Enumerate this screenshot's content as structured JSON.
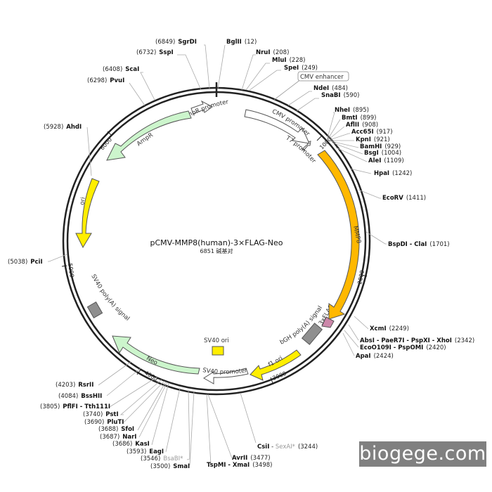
{
  "plasmid": {
    "name": "pCMV-MMP8(human)-3×FLAG-Neo",
    "size_label": "6851 碱基对",
    "total_bp": 6851,
    "backbone_color": "#222222",
    "scale_ticks": [
      "1000",
      "2000",
      "3000",
      "4000",
      "5000",
      "6000"
    ]
  },
  "features": [
    {
      "label": "CMV promoter",
      "color": "#ffffff"
    },
    {
      "label": "T7 promoter",
      "color": "#ffffff"
    },
    {
      "label": "MMP8",
      "color": "#ffb800"
    },
    {
      "label": "3xFLAG",
      "color": "#cc88aa"
    },
    {
      "label": "bGH poly(A) signal",
      "color": "#8f8f8f"
    },
    {
      "label": "f1 ori",
      "color": "#ffee00"
    },
    {
      "label": "SV40 ori",
      "color": "#ffee00"
    },
    {
      "label": "SV40 promoter",
      "color": "#ffffff"
    },
    {
      "label": "Neo",
      "color": "#ccf5cc"
    },
    {
      "label": "SV40 poly(A) signal",
      "color": "#8f8f8f"
    },
    {
      "label": "ori",
      "color": "#ffee00"
    },
    {
      "label": "AmpR",
      "color": "#ccf5cc"
    },
    {
      "label": "AmpR promoter",
      "color": "#ffffff"
    }
  ],
  "cmv_enhancer_label": "CMV enhancer",
  "sites": [
    {
      "pos": "(6849)",
      "name": "SgrDI"
    },
    {
      "pos": "(12)",
      "name": "BglII"
    },
    {
      "pos": "(6732)",
      "name": "SspI"
    },
    {
      "pos": "(208)",
      "name": "NruI"
    },
    {
      "pos": "(228)",
      "name": "MluI"
    },
    {
      "pos": "(249)",
      "name": "SpeI"
    },
    {
      "pos": "(6408)",
      "name": "ScaI"
    },
    {
      "pos": "(6298)",
      "name": "PvuI"
    },
    {
      "pos": "(484)",
      "name": "NdeI"
    },
    {
      "pos": "(590)",
      "name": "SnaBI"
    },
    {
      "pos": "(5928)",
      "name": "AhdI"
    },
    {
      "pos": "(895)",
      "name": "NheI"
    },
    {
      "pos": "(899)",
      "name": "BmtI"
    },
    {
      "pos": "(908)",
      "name": "AflII"
    },
    {
      "pos": "(917)",
      "name": "Acc65I"
    },
    {
      "pos": "(921)",
      "name": "KpnI"
    },
    {
      "pos": "(929)",
      "name": "BamHI"
    },
    {
      "pos": "(1004)",
      "name": "BsgI"
    },
    {
      "pos": "(1109)",
      "name": "AleI"
    },
    {
      "pos": "(1242)",
      "name": "HpaI"
    },
    {
      "pos": "(1411)",
      "name": "EcoRV"
    },
    {
      "pos": "(1701)",
      "name": "BspDI - ClaI"
    },
    {
      "pos": "(5038)",
      "name": "PciI"
    },
    {
      "pos": "(2249)",
      "name": "XcmI"
    },
    {
      "pos": "(2342)",
      "name": "AbsI - PaeR7I - PspXI - XhoI"
    },
    {
      "pos": "(2420)",
      "name": "EcoO109I - PspOMI"
    },
    {
      "pos": "(2424)",
      "name": "ApaI"
    },
    {
      "pos": "(4203)",
      "name": "RsrII"
    },
    {
      "pos": "(4084)",
      "name": "BssHII"
    },
    {
      "pos": "(3805)",
      "name": "PflFI - Tth111I"
    },
    {
      "pos": "(3740)",
      "name": "PstI"
    },
    {
      "pos": "(3690)",
      "name": "PluTI"
    },
    {
      "pos": "(3688)",
      "name": "SfoI"
    },
    {
      "pos": "(3687)",
      "name": "NarI"
    },
    {
      "pos": "(3686)",
      "name": "KasI"
    },
    {
      "pos": "(3593)",
      "name": "EagI"
    },
    {
      "pos": "(3546)",
      "name": "BsaBI*"
    },
    {
      "pos": "(3500)",
      "name": "SmaI"
    },
    {
      "pos": "(3477)",
      "name": "AvrII"
    },
    {
      "pos": "(3498)",
      "name": "TspMI - XmaI"
    },
    {
      "pos": "(3244)",
      "name": "CsiI"
    },
    {
      "extra": "SexAI*"
    }
  ],
  "watermark": "biogege.com"
}
